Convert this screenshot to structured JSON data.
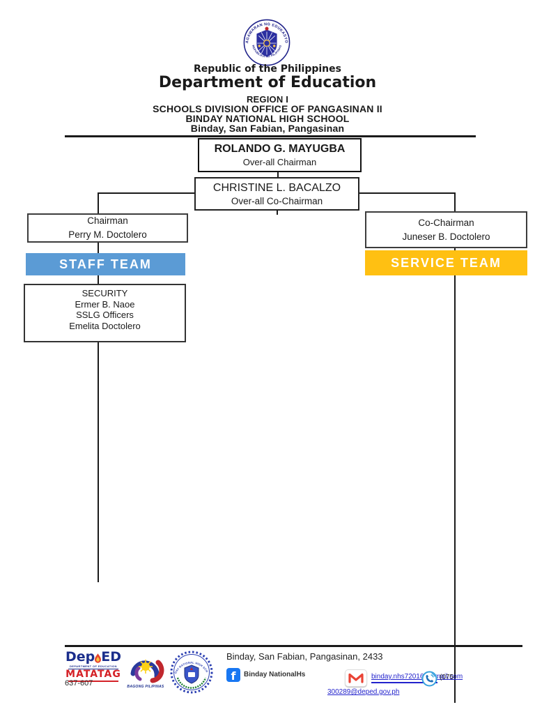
{
  "header": {
    "republic": "Republic of the Philippines",
    "department": "Department of Education",
    "region": "REGION I",
    "division": "SCHOOLS DIVISION OFFICE OF PANGASINAN II",
    "school": "BINDAY NATIONAL HIGH SCHOOL",
    "address": "Binday, San Fabian, Pangasinan",
    "seal": {
      "top_text": "KAGAWARAN NG EDUKASYON",
      "bottom_text": "REPUBLIKA NG PILIPINAS"
    }
  },
  "org_chart": {
    "overall_chairman": {
      "name": "ROLANDO G. MAYUGBA",
      "title": "Over-all Chairman"
    },
    "overall_cochairman": {
      "name": "CHRISTINE L. BACALZO",
      "title": "Over-all Co-Chairman"
    },
    "left_branch": {
      "head_title": "Chairman",
      "head_name": "Perry M. Doctolero",
      "team_label": "STAFF TEAM",
      "team_color": "#5b9bd5",
      "unit": {
        "lines": [
          "SECURITY",
          "Ermer B. Naoe",
          "SSLG Officers",
          "Emelita Doctolero"
        ]
      }
    },
    "right_branch": {
      "head_title": "Co-Chairman",
      "head_name": "Juneser B. Doctolero",
      "team_label": "SERVICE TEAM",
      "team_color": "#ffc012"
    }
  },
  "footer": {
    "address": "Binday, San Fabian, Pangasinan, 2433",
    "facebook_label": "Binday NationalHs",
    "facebook_glyph": "f",
    "email": "binday.nhs72016@gmail.com",
    "phone_fragment": "(075",
    "phone_fragment_left": "637-607",
    "deped_email": "300289@deped.gov.ph",
    "deped_logo": {
      "word_left": "Dep",
      "word_right": "ED",
      "sub": "DEPARTMENT OF EDUCATION",
      "matatag": "MATATAG"
    },
    "bagong_label": "BAGONG PILIPINAS",
    "school_seal_text": "BINDAY NATIONAL HIGH SCHOOL"
  }
}
